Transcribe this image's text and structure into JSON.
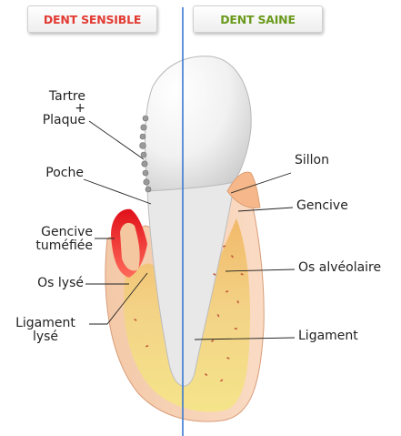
{
  "tabs": {
    "left": "DENT SENSIBLE",
    "right": "DENT SAINE"
  },
  "labels": {
    "tartre_line1": "Tartre",
    "tartre_line2": "+",
    "tartre_line3": "Plaque",
    "poche": "Poche",
    "gencive_tumefiee_line1": "Gencive",
    "gencive_tumefiee_line2": "tuméfiée",
    "os_lyse": "Os lysé",
    "ligament_lyse_line1": "Ligament",
    "ligament_lyse_line2": "lysé",
    "sillon": "Sillon",
    "gencive": "Gencive",
    "os_alveolaire": "Os alvéolaire",
    "ligament": "Ligament"
  },
  "colors": {
    "divider": "#3a78d0",
    "left_tab_text": "#e23b33",
    "right_tab_text": "#6a9a1c"
  }
}
